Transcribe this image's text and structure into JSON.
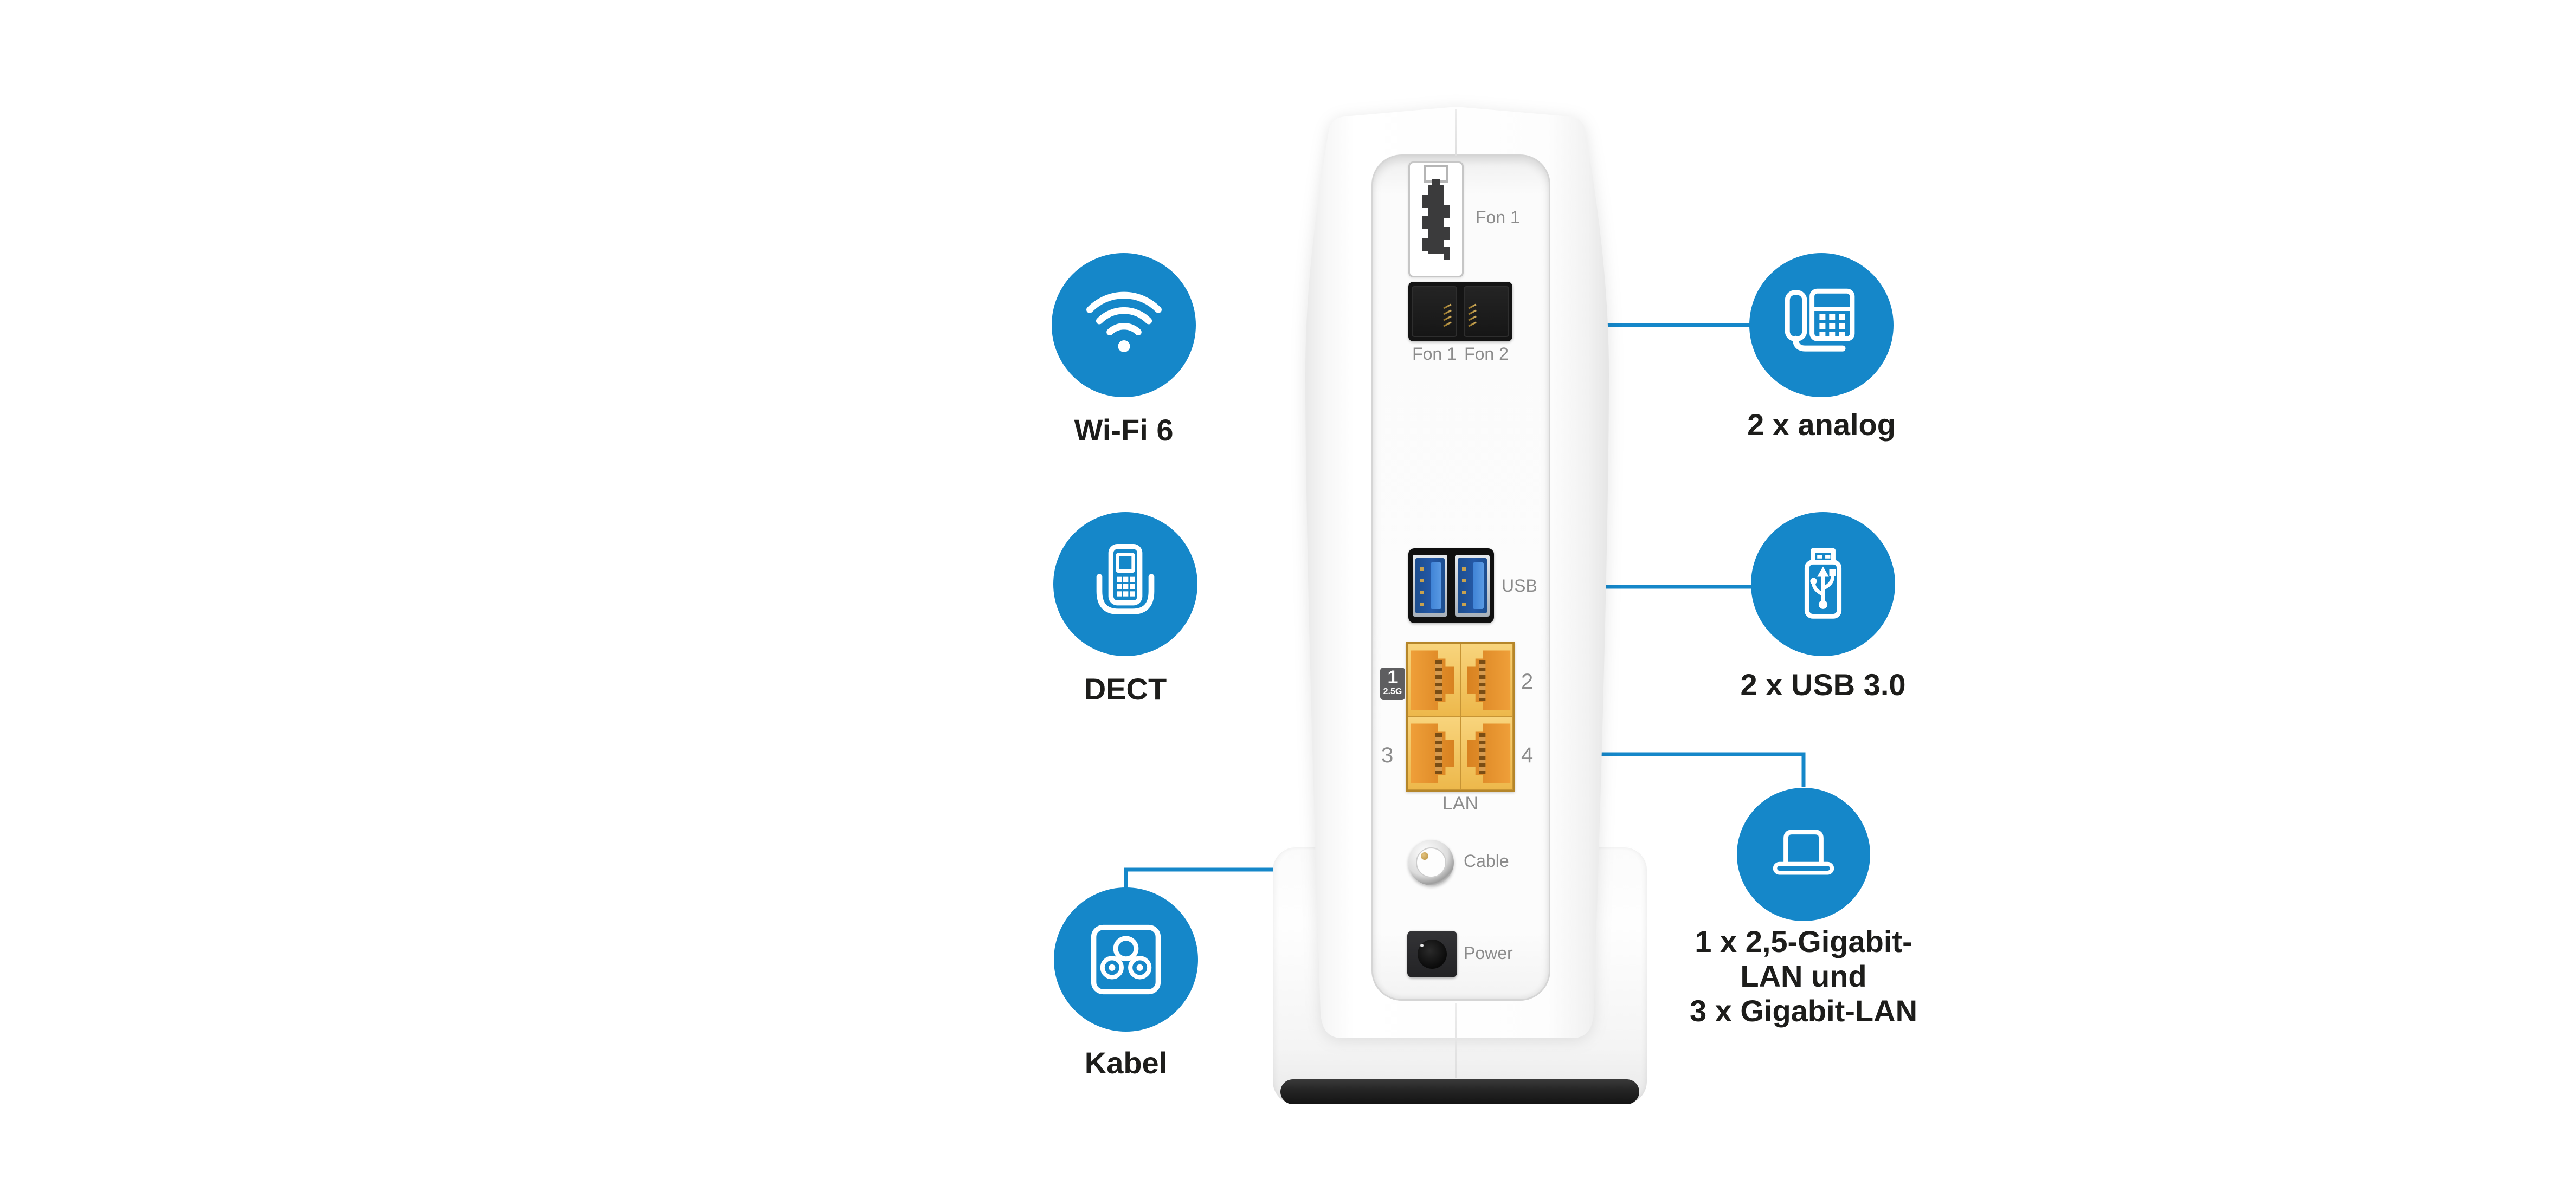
{
  "colors": {
    "accent_blue": "#1587c9",
    "label_text": "#1d1d1b",
    "port_text": "#8c8c8c",
    "lan_badge_bg": "#5e5e60",
    "base_strip": "#242424"
  },
  "callouts": {
    "wifi": {
      "icon": "wifi-icon",
      "label": "Wi-Fi 6"
    },
    "dect": {
      "icon": "dect-handset-icon",
      "label": "DECT"
    },
    "kabel": {
      "icon": "cable-socket-icon",
      "label": "Kabel"
    },
    "analog": {
      "icon": "desk-phone-icon",
      "label": "2 x analog"
    },
    "usb": {
      "icon": "usb-stick-icon",
      "label": "2 x USB 3.0"
    },
    "lan": {
      "icon": "laptop-icon",
      "lines": [
        "1 x 2,5-Gigabit-",
        "LAN und",
        "3 x Gigabit-LAN"
      ]
    }
  },
  "router": {
    "ports": {
      "tae_label": "Fon 1",
      "rj_labels": [
        "Fon 1",
        "Fon 2"
      ],
      "usb_label": "USB",
      "lan_label": "LAN",
      "lan_port1_badge": {
        "number": "1",
        "speed": "2.5G"
      },
      "lan_port_numbers": {
        "port2": "2",
        "port3": "3",
        "port4": "4"
      },
      "cable_label": "Cable",
      "power_label": "Power"
    }
  }
}
